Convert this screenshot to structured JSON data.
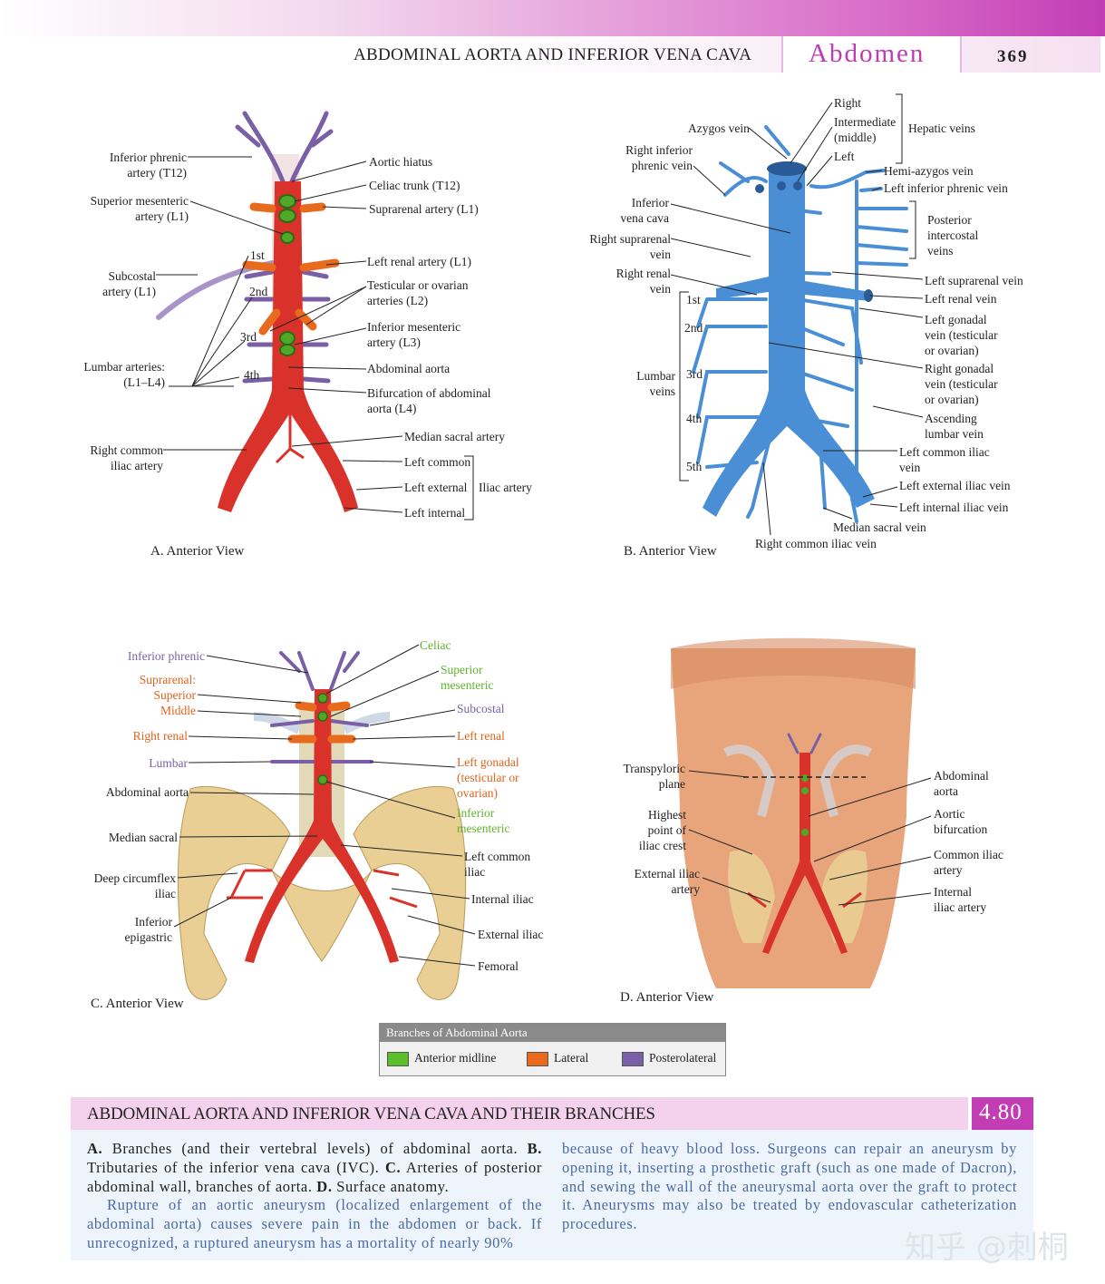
{
  "header": {
    "title": "ABDOMINAL AORTA AND INFERIOR VENA CAVA",
    "section": "Abdomen",
    "page": "369"
  },
  "panel_a": {
    "caption": "A. Anterior View",
    "labels": {
      "inferior_phrenic": "Inferior phrenic\nartery (T12)",
      "superior_mesenteric": "Superior mesenteric\nartery (L1)",
      "subcostal": "Subcostal\nartery (L1)",
      "lumbar": "Lumbar arteries:\n(L1–L4)",
      "l1": "1st",
      "l2": "2nd",
      "l3": "3rd",
      "l4": "4th",
      "right_common_iliac": "Right common\niliac artery",
      "aortic_hiatus": "Aortic hiatus",
      "celiac": "Celiac trunk (T12)",
      "suprarenal": "Suprarenal artery (L1)",
      "left_renal": "Left renal artery (L1)",
      "testicular": "Testicular or ovarian\narteries (L2)",
      "inferior_mesenteric": "Inferior mesenteric\nartery (L3)",
      "abdominal_aorta": "Abdominal aorta",
      "bifurcation": "Bifurcation of abdominal\naorta (L4)",
      "median_sacral": "Median sacral artery",
      "left_common": "Left common",
      "left_external": "Left external",
      "left_internal": "Left internal",
      "iliac_artery": "Iliac artery"
    }
  },
  "panel_b": {
    "caption": "B. Anterior View",
    "labels": {
      "azygos": "Azygos vein",
      "right_inferior_phrenic": "Right inferior\nphrenic vein",
      "ivc": "Inferior\nvena cava",
      "right_suprarenal": "Right suprarenal\nvein",
      "right_renal": "Right renal\nvein",
      "lumbar_veins": "Lumbar\nveins",
      "v1": "1st",
      "v2": "2nd",
      "v3": "3rd",
      "v4": "4th",
      "v5": "5th",
      "hep_right": "Right",
      "hep_intermediate": "Intermediate\n(middle)",
      "hep_left": "Left",
      "hepatic_veins": "Hepatic veins",
      "hemi_azygos": "Hemi-azygos vein",
      "left_inferior_phrenic": "Left inferior phrenic vein",
      "posterior_intercostal": "Posterior\nintercostal\nveins",
      "left_suprarenal": "Left suprarenal vein",
      "left_renal": "Left renal vein",
      "left_gonadal": "Left gonadal\nvein (testicular\nor ovarian)",
      "right_gonadal": "Right gonadal\nvein (testicular\nor ovarian)",
      "ascending_lumbar": "Ascending\nlumbar vein",
      "left_common_iliac": "Left common iliac\nvein",
      "left_external_iliac": "Left external iliac vein",
      "left_internal_iliac": "Left internal iliac vein",
      "median_sacral": "Median sacral vein",
      "right_common_iliac": "Right common iliac vein"
    }
  },
  "panel_c": {
    "caption": "C. Anterior View",
    "labels": {
      "inferior_phrenic": "Inferior phrenic",
      "suprarenal": "Suprarenal:\nSuperior\nMiddle",
      "right_renal": "Right renal",
      "lumbar": "Lumbar",
      "abdominal_aorta": "Abdominal aorta",
      "median_sacral": "Median sacral",
      "deep_circumflex": "Deep circumflex\niliac",
      "inferior_epigastric": "Inferior\nepigastric",
      "celiac": "Celiac",
      "superior_mesenteric": "Superior\nmesenteric",
      "subcostal": "Subcostal",
      "left_renal": "Left renal",
      "left_gonadal": "Left gonadal\n(testicular or\novarian)",
      "inferior_mesenteric": "Inferior\nmesenteric",
      "left_common_iliac": "Left common\niliac",
      "internal_iliac": "Internal iliac",
      "external_iliac": "External iliac",
      "femoral": "Femoral"
    }
  },
  "panel_d": {
    "caption": "D. Anterior View",
    "labels": {
      "transpyloric": "Transpyloric\nplane",
      "highest_point": "Highest\npoint of\niliac crest",
      "external_iliac": "External iliac\nartery",
      "abdominal_aorta": "Abdominal\naorta",
      "aortic_bifurcation": "Aortic\nbifurcation",
      "common_iliac": "Common iliac\nartery",
      "internal_iliac": "Internal\niliac artery"
    }
  },
  "legend": {
    "title": "Branches of Abdominal Aorta",
    "items": [
      {
        "label": "Anterior midline",
        "color": "#5cbf2a"
      },
      {
        "label": "Lateral",
        "color": "#e86a1c"
      },
      {
        "label": "Posterolateral",
        "color": "#7a5ea6"
      }
    ]
  },
  "figure": {
    "title": "ABDOMINAL AORTA AND INFERIOR VENA CAVA AND THEIR BRANCHES",
    "number": "4.80",
    "para1_bold_a": "A.",
    "para1_a": " Branches (and their vertebral levels) of abdominal aorta. ",
    "para1_bold_b": "B.",
    "para1_b": " Tributaries of the inferior vena cava (IVC). ",
    "para1_bold_c": "C.",
    "para1_c": " Arteries of posterior abdominal wall, branches of aorta. ",
    "para1_bold_d": "D.",
    "para1_d": " Surface anatomy.",
    "para2": "Rupture of an aortic aneurysm (localized enlargement of the abdominal aorta) causes severe pain in the abdomen or back. If unrecognized, a ruptured aneurysm has a mortality of nearly 90%",
    "para3": "because of heavy blood loss. Surgeons can repair an aneurysm by opening it, inserting a prosthetic graft (such as one made of Dacron), and sewing the wall of the aneurysmal aorta over the graft to protect it. Aneurysms may also be treated by endovascular catheterization procedures."
  },
  "watermark": "知乎 @刺桐",
  "colors": {
    "artery": "#d9322b",
    "vein": "#4a8fd6",
    "anterior": "#5cbf2a",
    "lateral": "#e86a1c",
    "posterolateral": "#7a5ea6",
    "accent": "#c23db4"
  }
}
